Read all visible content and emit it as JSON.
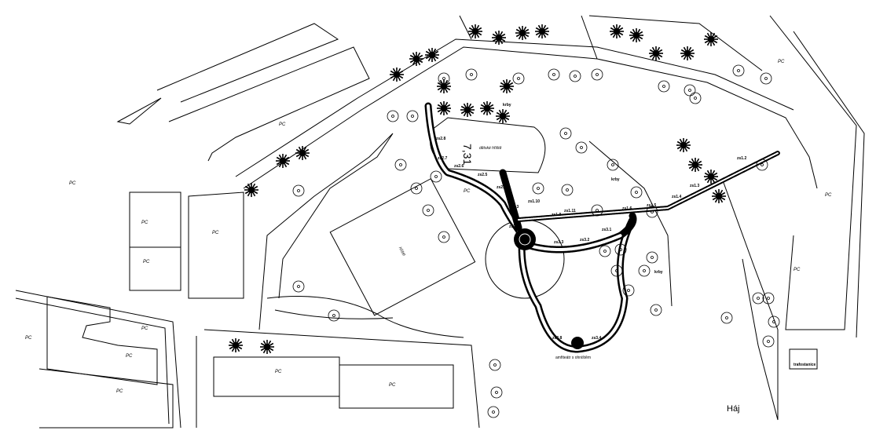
{
  "plan": {
    "dimension": "7,31",
    "playground_label": "dětské hřiště",
    "field_label": "hřiště",
    "amphitheatre_label": "amfiteátr s ohništěm",
    "transformer_label": "trafostanice",
    "place_name": "Háj",
    "parcel_mark": "PC",
    "shrub_label": "krby",
    "stops": [
      "zs2.8",
      "zs2.7",
      "zs2.6",
      "zs2.5",
      "zs2.4",
      "zs2.3",
      "zs2.2",
      "zs1.10",
      "zs1.9",
      "zs1.11",
      "zs1.6",
      "zs1.5",
      "zs1.4",
      "zs1.3",
      "zs1.2",
      "zs3.1",
      "zs3.2",
      "zs3.3",
      "zs3.8",
      "zs3.4"
    ]
  }
}
